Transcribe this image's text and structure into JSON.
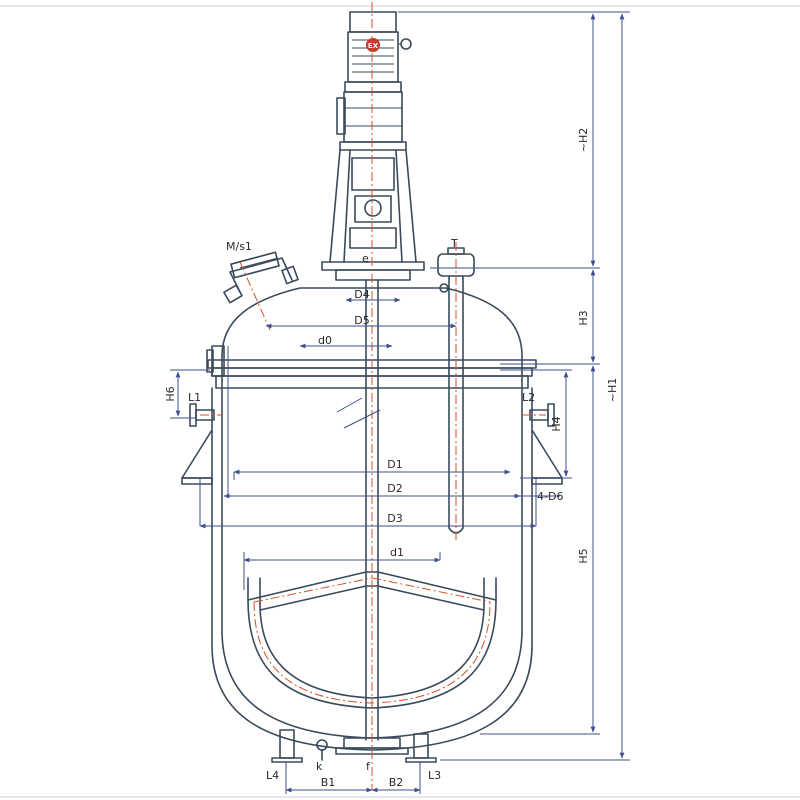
{
  "labels": {
    "ms1": "M/s1",
    "t": "T",
    "e": "e",
    "d4": "D4",
    "d5": "D5",
    "d0": "d0",
    "l1": "L1",
    "l2": "L2",
    "h6": "H6",
    "h4": "H4",
    "d1": "D1",
    "d2": "D2",
    "d3": "D3",
    "d6": "4-D6",
    "dsmall1": "d1",
    "h5": "H5",
    "h3": "H3",
    "h2": "~H2",
    "h1": "~H1",
    "l4": "L4",
    "k": "k",
    "f": "f",
    "l3": "L3",
    "b1": "B1",
    "b2": "B2",
    "motor_badge": "EX"
  },
  "colors": {
    "outline": "#3a4a5c",
    "dimension": "#3f4f8f",
    "centerline": "#d2522a",
    "badge": "#c23a2b"
  }
}
